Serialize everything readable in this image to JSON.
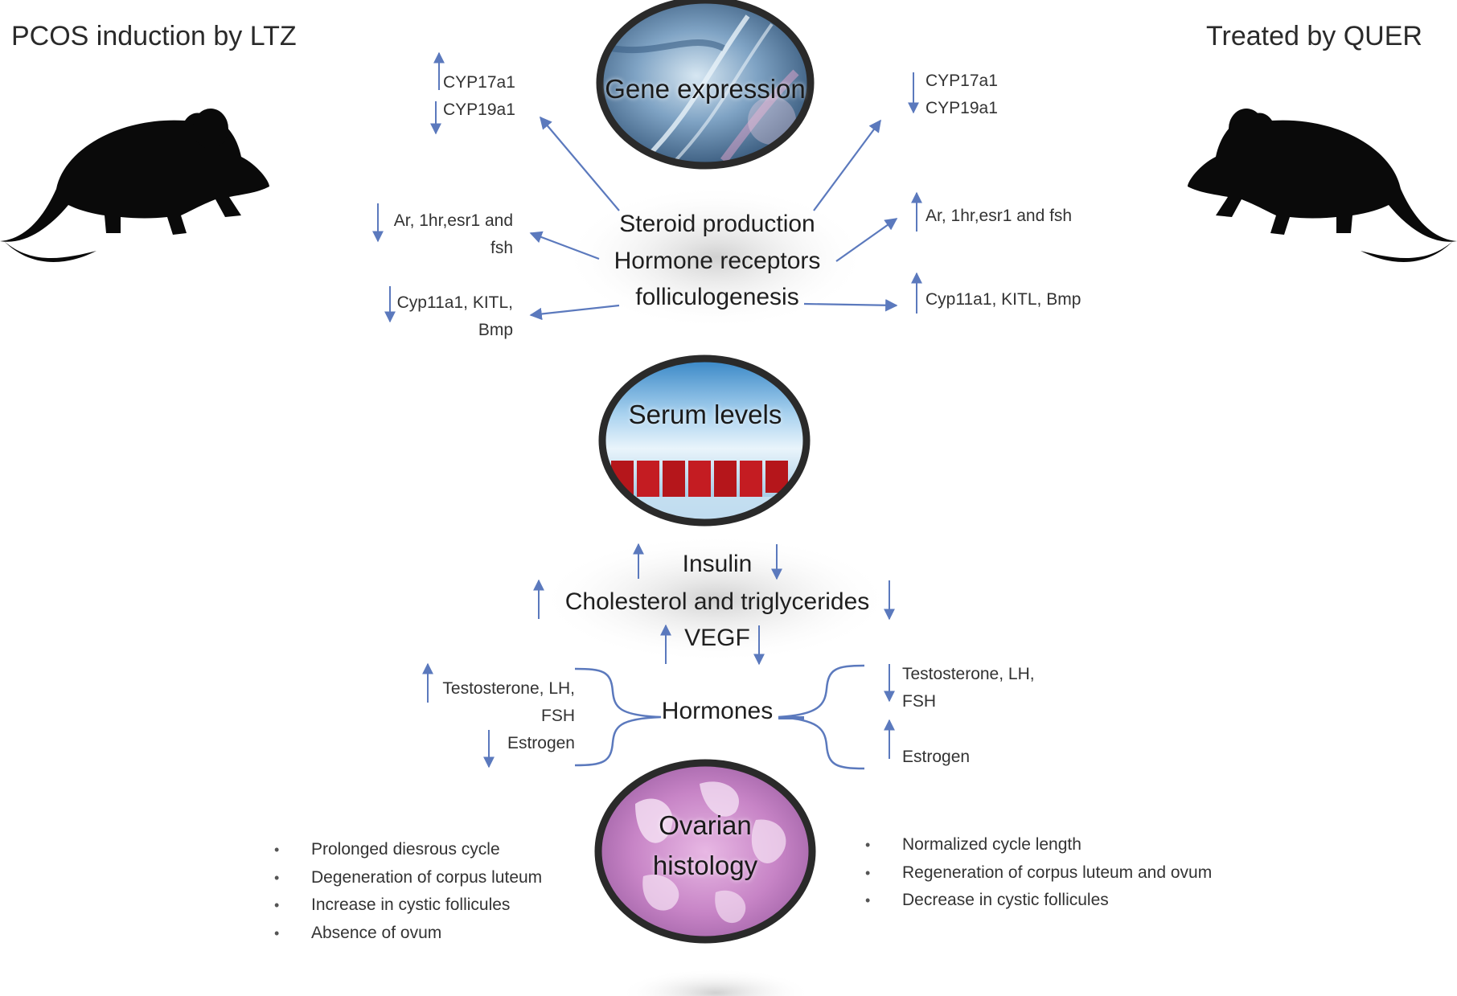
{
  "groups": {
    "left_title": "PCOS induction by LTZ",
    "right_title": "Treated by QUER"
  },
  "gene_expression": {
    "title": "Gene expression",
    "left_genes": [
      "CYP17a1",
      "CYP19a1"
    ],
    "right_genes": [
      "CYP17a1",
      "CYP19a1"
    ]
  },
  "center_processes": [
    "Steroid production",
    "Hormone receptors",
    "folliculogenesis"
  ],
  "receptor_markers": {
    "left_line1": "Ar, 1hr,esr1 and",
    "left_line2": "fsh",
    "right": "Ar, 1hr,esr1 and fsh"
  },
  "follicle_markers": {
    "left_line1": "Cyp11a1, KITL,",
    "left_line2": "Bmp",
    "right": "Cyp11a1, KITL, Bmp"
  },
  "serum": {
    "title": "Serum levels",
    "items": [
      "Insulin",
      "Cholesterol and triglycerides",
      "VEGF"
    ]
  },
  "hormones": {
    "title": "Hormones",
    "left_line1": "Testosterone, LH,",
    "left_line2": "FSH",
    "left_line3": "Estrogen",
    "right_line1": "Testosterone, LH,",
    "right_line2": "FSH",
    "right_line3": "Estrogen"
  },
  "ovarian": {
    "title_line1": "Ovarian",
    "title_line2": "histology",
    "left_findings": [
      "Prolonged diesrous cycle",
      "Degeneration of corpus luteum",
      "Increase in cystic follicules",
      "Absence of ovum"
    ],
    "right_findings": [
      "Normalized cycle length",
      "Regeneration of corpus luteum and ovum",
      "Decrease in cystic follicules"
    ]
  },
  "colors": {
    "arrow": "#5b79bd",
    "text": "#222222"
  }
}
